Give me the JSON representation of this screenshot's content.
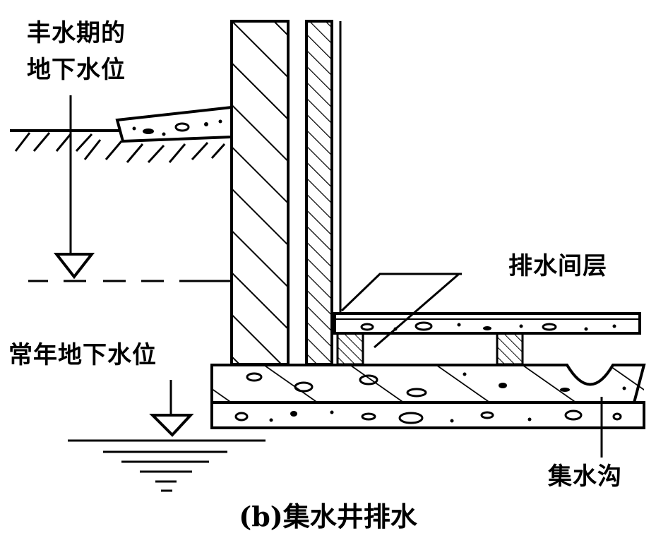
{
  "labels": {
    "flood_line1": "丰水期的",
    "flood_line2": "地下水位",
    "drain_layer": "排水间层",
    "normal_level": "常年地下水位",
    "gutter": "集水沟"
  },
  "caption": "(b)集水井排水",
  "colors": {
    "ink": "#000000",
    "paper": "#ffffff"
  }
}
